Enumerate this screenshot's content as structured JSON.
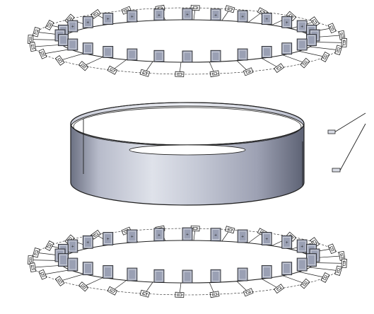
{
  "figure": {
    "view": "exploded-assembly",
    "components": [
      {
        "id": "top-ring",
        "kind": "segmented-ring",
        "segments": 28
      },
      {
        "id": "cylinder-band",
        "kind": "cylindrical-band"
      },
      {
        "id": "bottom-ring",
        "kind": "segmented-ring",
        "segments": 28
      }
    ],
    "callouts": 2,
    "colors": {
      "outline": "#202020",
      "tab_fill": "#9aa0b4",
      "band_light": "#e9ebf2",
      "band_mid": "#a7abbd",
      "band_dark": "#5d6274",
      "background": "#ffffff"
    }
  }
}
